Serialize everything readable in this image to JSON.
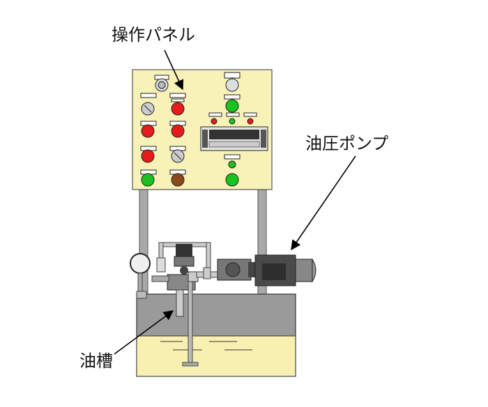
{
  "labels": {
    "control_panel": "操作パネル",
    "hydraulic_pump": "油圧ポンプ",
    "oil_tank": "油槽"
  },
  "colors": {
    "panel": "#f9f2b8",
    "oil": "#f8f0b0",
    "tank_air": "#9a9a9a",
    "metal": "#a9a9a9",
    "lamp_red": "#e61c1c",
    "lamp_green": "#19c21f",
    "lamp_brown": "#8a4a1a",
    "motor_dark": "#4a4a4a"
  },
  "icons": {
    "panel_switches": "selector-switch-icon",
    "pressure_gauge": "pressure-gauge-icon",
    "motor": "electric-motor-icon"
  }
}
